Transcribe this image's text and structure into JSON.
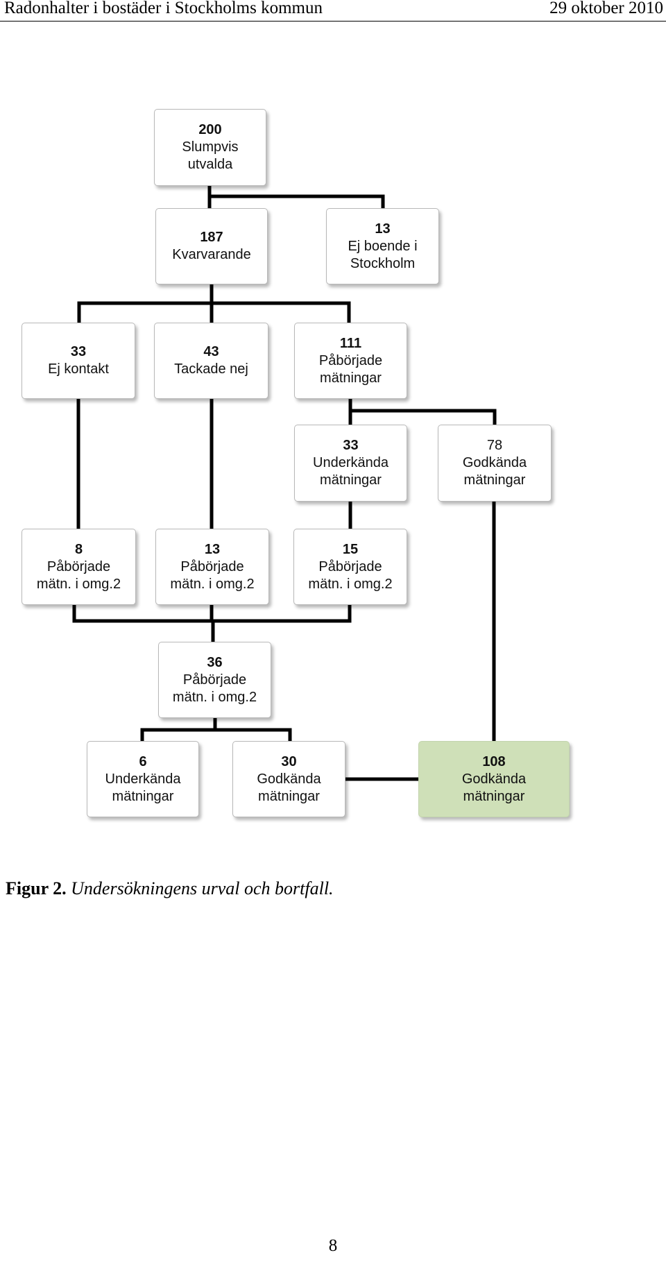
{
  "header": {
    "title": "Radonhalter i bostäder i Stockholms kommun",
    "date": "29 oktober 2010"
  },
  "flowchart": {
    "n200": {
      "num": "200",
      "lines": [
        "Slumpvis",
        "utvalda"
      ]
    },
    "n187": {
      "num": "187",
      "lines": [
        "Kvarvarande"
      ]
    },
    "n13a": {
      "num": "13",
      "lines": [
        "Ej boende i",
        "Stockholm"
      ]
    },
    "n33a": {
      "num": "33",
      "lines": [
        "Ej kontakt"
      ]
    },
    "n43": {
      "num": "43",
      "lines": [
        "Tackade nej"
      ]
    },
    "n111": {
      "num": "111",
      "lines": [
        "Påbörjade",
        "mätningar"
      ]
    },
    "n33b": {
      "num": "33",
      "lines": [
        "Underkända",
        "mätningar"
      ]
    },
    "n78": {
      "num": "78",
      "lines": [
        "Godkända",
        "mätningar"
      ]
    },
    "n8": {
      "num": "8",
      "lines": [
        "Påbörjade",
        "mätn. i omg.2"
      ]
    },
    "n13b": {
      "num": "13",
      "lines": [
        "Påbörjade",
        "mätn. i omg.2"
      ]
    },
    "n15": {
      "num": "15",
      "lines": [
        "Påbörjade",
        "mätn. i omg.2"
      ]
    },
    "n36": {
      "num": "36",
      "lines": [
        "Påbörjade",
        "mätn. i omg.2"
      ]
    },
    "n6": {
      "num": "6",
      "lines": [
        "Underkända",
        "mätningar"
      ]
    },
    "n30": {
      "num": "30",
      "lines": [
        "Godkända",
        "mätningar"
      ]
    },
    "n108": {
      "num": "108",
      "lines": [
        "Godkända",
        "mätningar"
      ]
    }
  },
  "caption": {
    "label": "Figur 2.",
    "text": "Undersökningens urval och bortfall."
  },
  "page_number": "8"
}
